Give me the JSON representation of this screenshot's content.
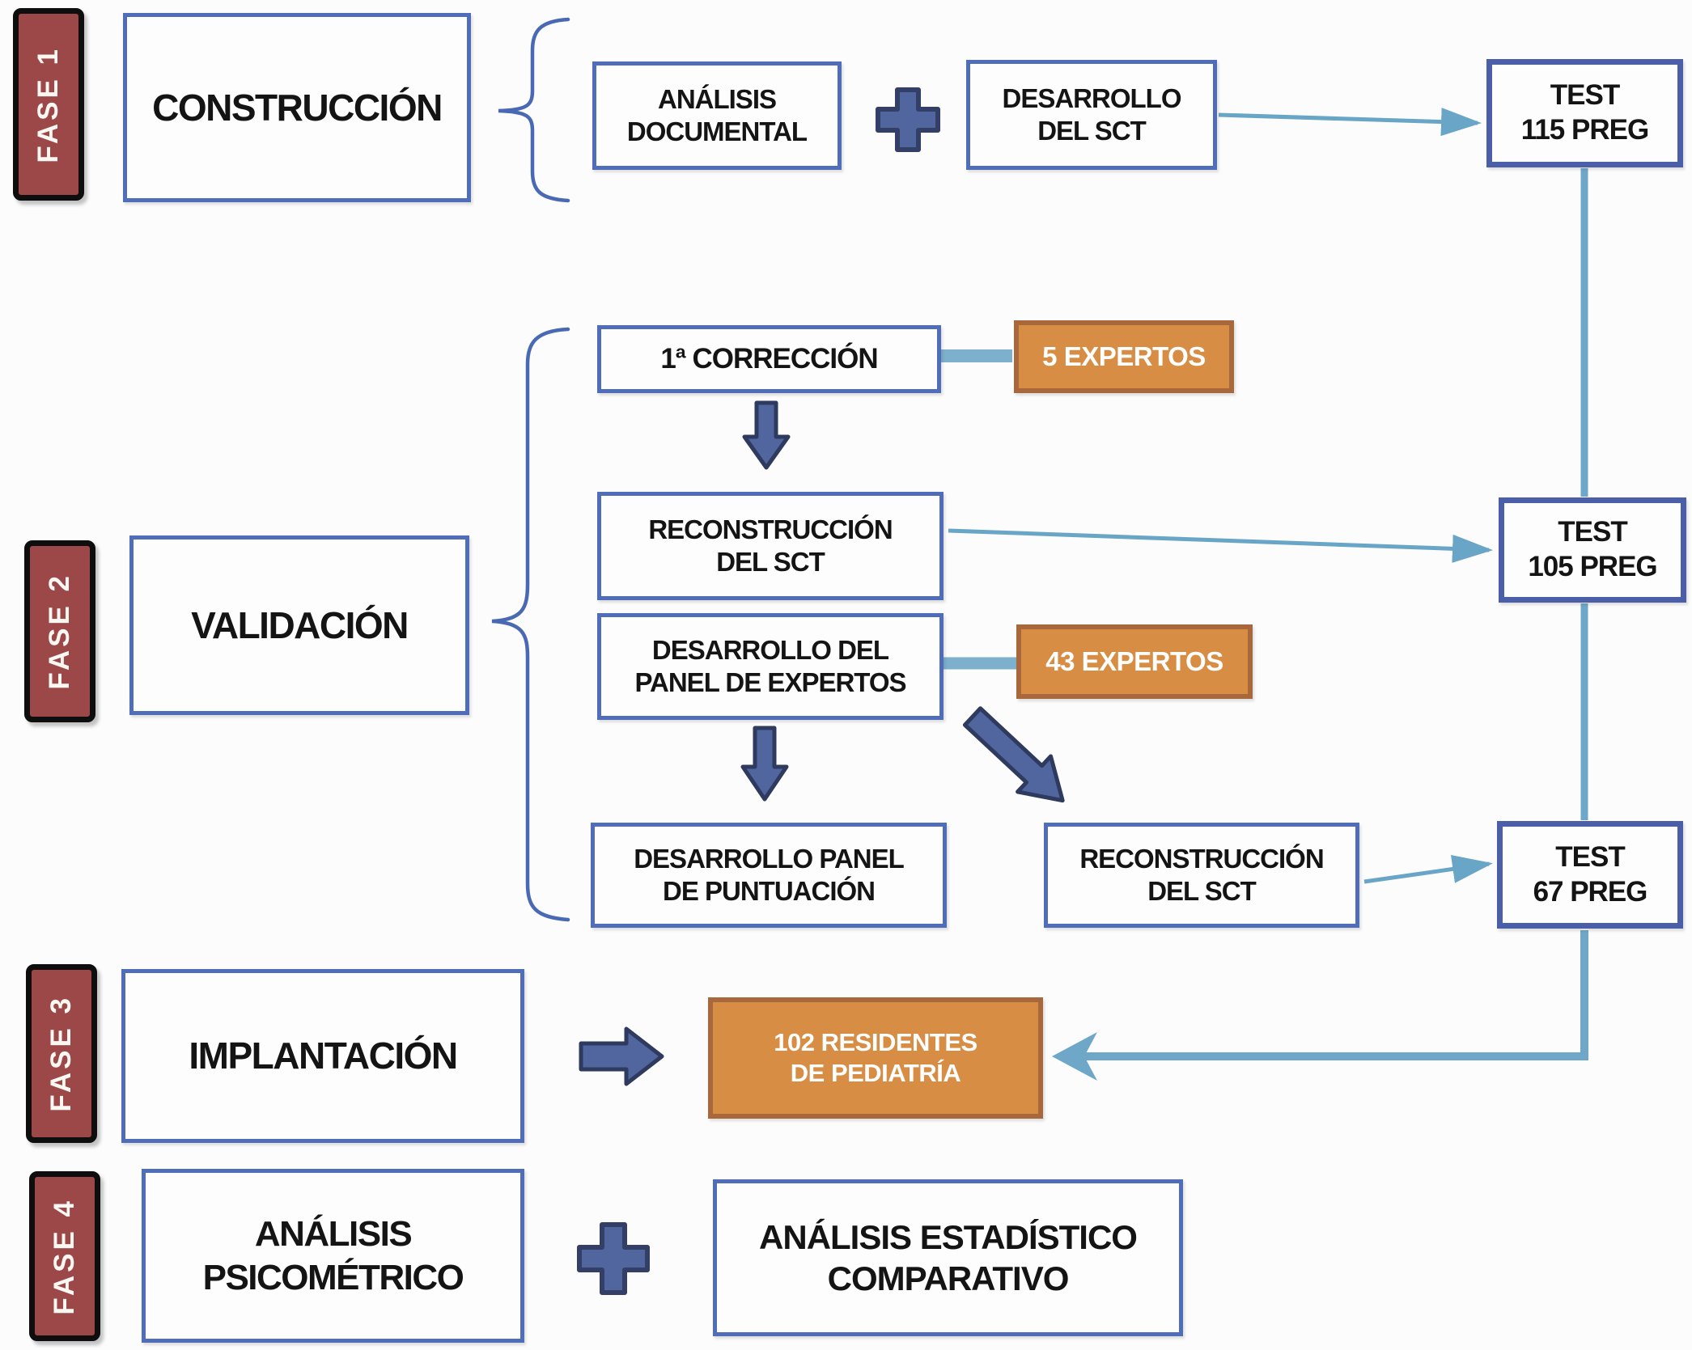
{
  "figure": {
    "type": "flowchart",
    "language": "es",
    "description": "Fases de construcción, validación, implantación y análisis de un test SCT"
  },
  "phases": {
    "fase1": {
      "tab": "FASE 1",
      "box": [
        "CONSTRUCCIÓN"
      ]
    },
    "fase2": {
      "tab": "FASE 2",
      "box": [
        "VALIDACIÓN"
      ]
    },
    "fase3": {
      "tab": "FASE 3",
      "box": [
        "IMPLANTACIÓN"
      ]
    },
    "fase4": {
      "tab": "FASE 4",
      "box": [
        "ANÁLISIS",
        "PSICOMÉTRICO"
      ]
    }
  },
  "nodes": {
    "analisis_documental": [
      "ANÁLISIS",
      "DOCUMENTAL"
    ],
    "desarrollo_sct": [
      "DESARROLLO",
      "DEL SCT"
    ],
    "test_115": [
      "TEST",
      "115 PREG"
    ],
    "correccion_1": [
      "1ª CORRECCIÓN"
    ],
    "expertos_5": [
      "5 EXPERTOS"
    ],
    "reconstruccion_sct_1": [
      "RECONSTRUCCIÓN",
      "DEL SCT"
    ],
    "test_105": [
      "TEST",
      "105 PREG"
    ],
    "desarrollo_panel_expertos": [
      "DESARROLLO DEL",
      "PANEL DE EXPERTOS"
    ],
    "expertos_43": [
      "43 EXPERTOS"
    ],
    "desarrollo_panel_puntuacion": [
      "DESARROLLO PANEL",
      "DE PUNTUACIÓN"
    ],
    "reconstruccion_sct_2": [
      "RECONSTRUCCIÓN",
      "DEL SCT"
    ],
    "test_67": [
      "TEST",
      "67 PREG"
    ],
    "residentes_102": [
      "102 RESIDENTES",
      "DE PEDIATRÍA"
    ],
    "analisis_estadistico": [
      "ANÁLISIS ESTADÍSTICO",
      "COMPARATIVO"
    ]
  },
  "colors": {
    "phase_tab_fill": "#9d4848",
    "phase_tab_border": "#0e0e0e",
    "box_border_blue": "#4f6db8",
    "test_box_border": "#4a5fa8",
    "orange_fill": "#d78d44",
    "orange_border": "#a9683b",
    "block_arrow_fill": "#51669f",
    "block_arrow_stroke": "#2e3a5e",
    "connector_teal": "#69a5c6",
    "connector_trunk": "#6fa7c8",
    "text_dark": "#141414",
    "text_light": "#ffffff"
  }
}
